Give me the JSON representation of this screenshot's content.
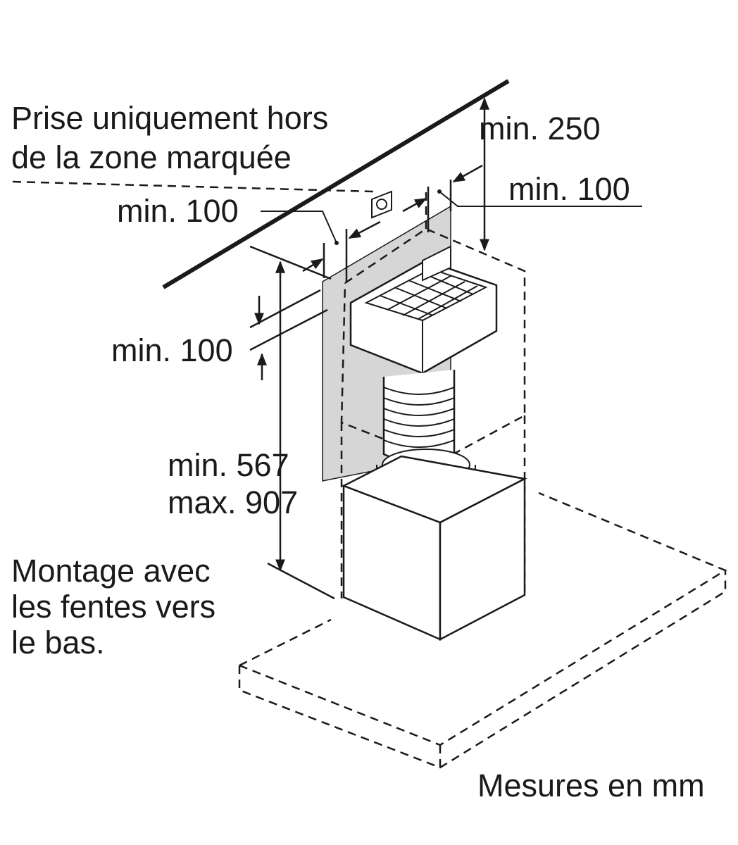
{
  "labels": {
    "socket_zone_line1": "Prise uniquement hors",
    "socket_zone_line2": "de la zone marquée",
    "min250": "min. 250",
    "min100_right": "min. 100",
    "min100_topleft": "min. 100",
    "min100_left": "min. 100",
    "height_min": "min. 567",
    "height_max": "max. 907",
    "mounting_line1": "Montage avec",
    "mounting_line2": "les fentes vers",
    "mounting_line3": "le bas.",
    "units": "Mesures en mm"
  },
  "colors": {
    "line": "#1a1a1a",
    "marked_zone": "#d6d6d6",
    "background": "#ffffff"
  }
}
